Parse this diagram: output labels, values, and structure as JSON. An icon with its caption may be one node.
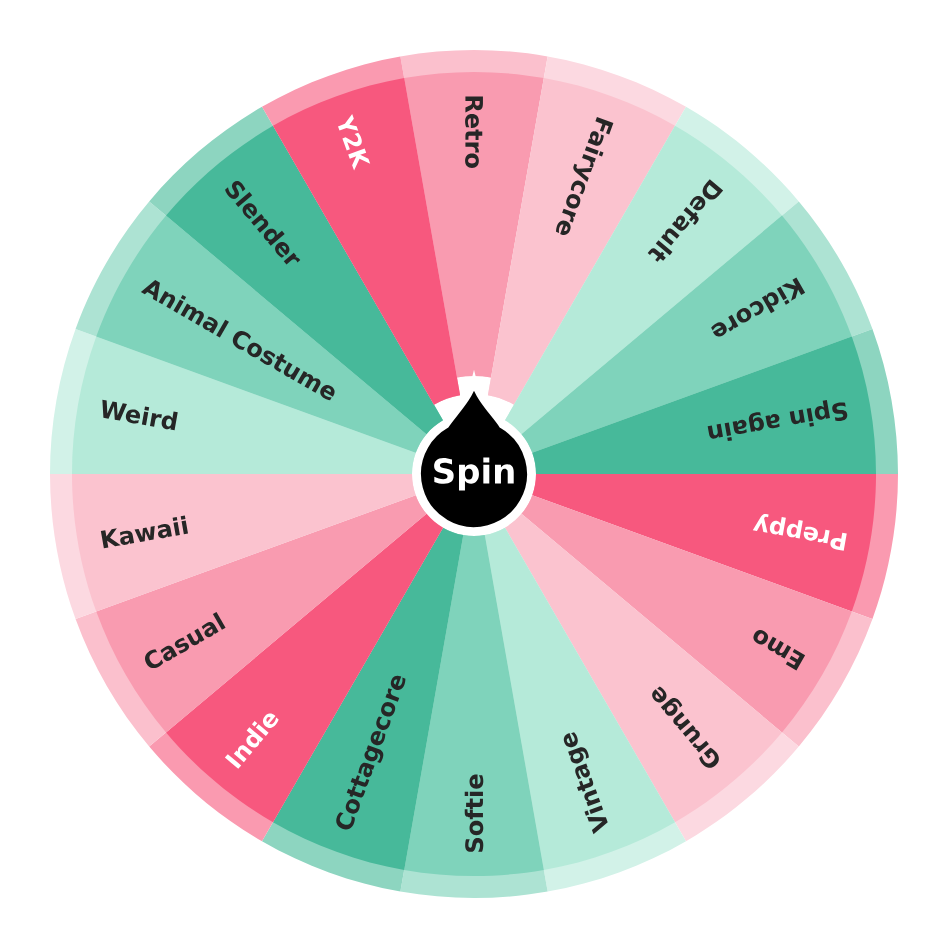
{
  "diagram": {
    "nodes": [
      {
        "text": [
          "Retro"
        ]
      },
      {
        "text": [
          "Fairycore"
        ]
      },
      {
        "text": [
          "Default"
        ]
      },
      {
        "text": [
          "Kidcore"
        ]
      },
      {
        "text": [
          "Spin again"
        ]
      },
      {
        "text": [
          "Preppy"
        ]
      },
      {
        "text": [
          "Emo"
        ]
      },
      {
        "text": [
          "Grunge"
        ]
      },
      {
        "text": [
          "Vintage"
        ]
      },
      {
        "text": [
          "Softie"
        ]
      },
      {
        "text": [
          "Cottagecore"
        ]
      },
      {
        "text": [
          "Indie"
        ]
      },
      {
        "text": [
          "Casual"
        ]
      },
      {
        "text": [
          "Kawaii"
        ]
      },
      {
        "text": [
          "Weird"
        ]
      },
      {
        "text": [
          "Animal Costume"
        ]
      },
      {
        "text": [
          "Slender"
        ]
      },
      {
        "text": [
          "Y2K"
        ]
      },
      {
        "text": [
          "Spin"
        ]
      }
    ]
  }
}
